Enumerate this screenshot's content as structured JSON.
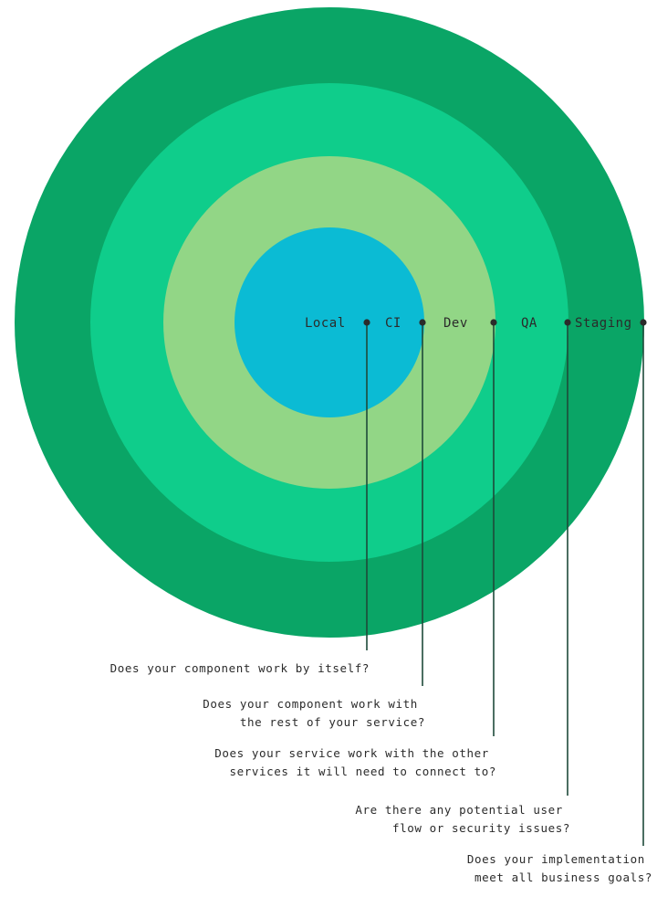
{
  "colors": {
    "staging": "#0aa566",
    "qa": "#0fcd8b",
    "dev": "#92d686",
    "local_ci": "#0bbbd4",
    "text": "#2b2b2b",
    "leader": "#1e4a3a"
  },
  "rings": [
    {
      "id": "local",
      "label": "Local"
    },
    {
      "id": "ci",
      "label": "CI"
    },
    {
      "id": "dev",
      "label": "Dev"
    },
    {
      "id": "qa",
      "label": "QA"
    },
    {
      "id": "staging",
      "label": "Staging"
    }
  ],
  "questions": [
    {
      "ring": "local",
      "lines": [
        "Does your component work by itself?"
      ]
    },
    {
      "ring": "ci",
      "lines": [
        "Does your component work with",
        "the rest of your service?"
      ]
    },
    {
      "ring": "dev",
      "lines": [
        "Does your service work with the other",
        "services it will need to connect to?"
      ]
    },
    {
      "ring": "qa",
      "lines": [
        "Are there any potential user",
        "flow or security issues?"
      ]
    },
    {
      "ring": "staging",
      "lines": [
        "Does your implementation",
        "meet all business goals?"
      ]
    }
  ]
}
